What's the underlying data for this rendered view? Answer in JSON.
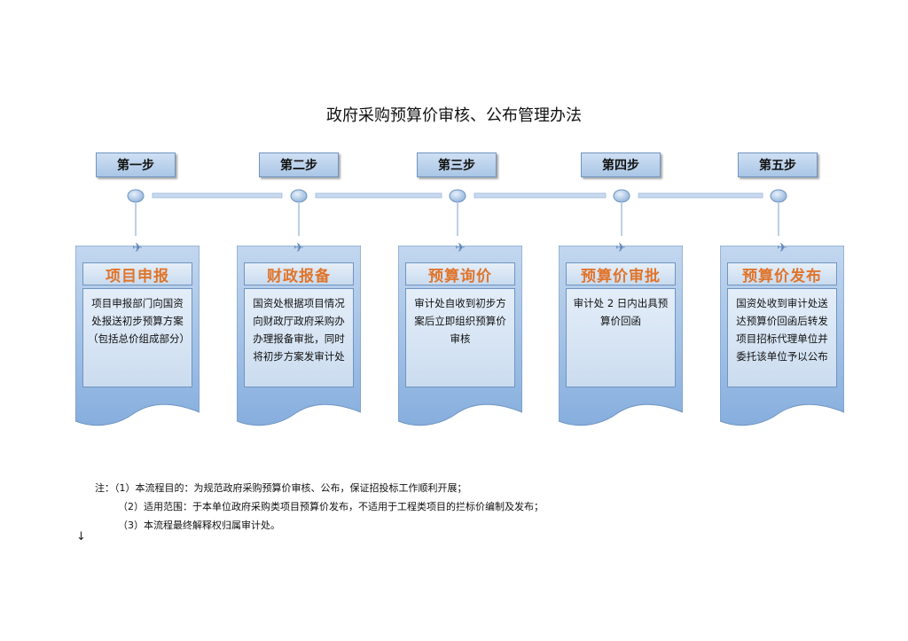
{
  "title": "政府采购预算价审核、公布管理办法",
  "steps": [
    {
      "label": "第一步",
      "heading": "项目申报",
      "body": "项目申报部门向国资处报送初步预算方案（包括总价组成部分）"
    },
    {
      "label": "第二步",
      "heading": "财政报备",
      "body": "国资处根据项目情况向财政厅政府采购办办理报备审批，同时将初步方案发审计处"
    },
    {
      "label": "第三步",
      "heading": "预算询价",
      "body": "审计处自收到初步方案后立即组织预算价审核"
    },
    {
      "label": "第四步",
      "heading": "预算价审批",
      "body": "审计处 2 日内出具预算价回函"
    },
    {
      "label": "第五步",
      "heading": "预算价发布",
      "body": "国资处收到审计处送达预算价回函后转发项目招标代理单位并委托该单位予以公布"
    }
  ],
  "notes": [
    "注：（1）本流程目的：为规范政府采购预算价审核、公布，保证招投标工作顺利开展；",
    "（2）适用范围：于本单位政府采购类项目预算价发布，不适用于工程类项目的拦标价编制及发布；",
    "（3）本流程最终解释权归属审计处。"
  ],
  "end_mark": "↓",
  "colors": {
    "accent": "#e0742a",
    "box_fill": "#a9c6e6",
    "border": "#6f95c0",
    "timeline": "#bcd0e8"
  }
}
